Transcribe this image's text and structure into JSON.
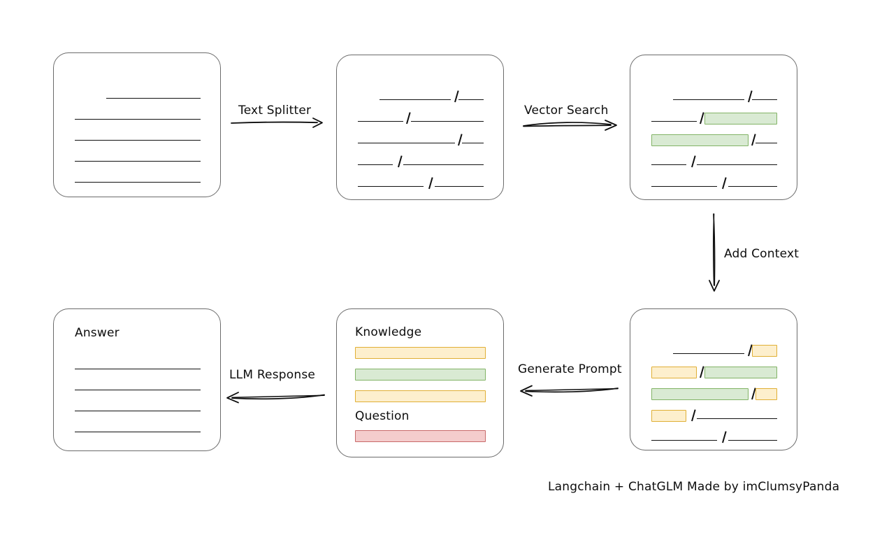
{
  "diagram": {
    "caption": "Langchain + ChatGLM Made by imClumsyPanda",
    "arrows": [
      {
        "id": "text-splitter",
        "label": "Text Splitter",
        "direction": "right"
      },
      {
        "id": "vector-search",
        "label": "Vector Search",
        "direction": "right"
      },
      {
        "id": "add-context",
        "label": "Add Context",
        "direction": "down"
      },
      {
        "id": "generate-prompt",
        "label": "Generate Prompt",
        "direction": "left"
      },
      {
        "id": "llm-response",
        "label": "LLM Response",
        "direction": "left"
      }
    ],
    "cards": [
      {
        "id": "source-document",
        "title": "",
        "rows": [
          {
            "segments": [
              {
                "start": 25,
                "end": 100,
                "style": "plain"
              }
            ]
          },
          {
            "segments": [
              {
                "start": 0,
                "end": 100,
                "style": "plain"
              }
            ]
          },
          {
            "segments": [
              {
                "start": 0,
                "end": 100,
                "style": "plain"
              }
            ]
          },
          {
            "segments": [
              {
                "start": 0,
                "end": 100,
                "style": "plain"
              }
            ]
          },
          {
            "segments": [
              {
                "start": 0,
                "end": 100,
                "style": "plain"
              }
            ]
          }
        ]
      },
      {
        "id": "split-chunks",
        "title": "",
        "rows": [
          {
            "segments": [
              {
                "start": 17,
                "end": 74,
                "style": "plain"
              },
              {
                "start": 80,
                "end": 100,
                "style": "plain"
              }
            ]
          },
          {
            "segments": [
              {
                "start": 0,
                "end": 36,
                "style": "plain"
              },
              {
                "start": 42,
                "end": 100,
                "style": "plain"
              }
            ]
          },
          {
            "segments": [
              {
                "start": 0,
                "end": 77,
                "style": "plain"
              },
              {
                "start": 83,
                "end": 100,
                "style": "plain"
              }
            ]
          },
          {
            "segments": [
              {
                "start": 0,
                "end": 28,
                "style": "plain"
              },
              {
                "start": 36,
                "end": 100,
                "style": "plain"
              }
            ]
          },
          {
            "segments": [
              {
                "start": 0,
                "end": 52,
                "style": "plain"
              },
              {
                "start": 61,
                "end": 100,
                "style": "plain"
              }
            ]
          }
        ]
      },
      {
        "id": "matched-chunks",
        "title": "",
        "rows": [
          {
            "segments": [
              {
                "start": 17,
                "end": 74,
                "style": "plain"
              },
              {
                "start": 80,
                "end": 100,
                "style": "plain"
              }
            ]
          },
          {
            "segments": [
              {
                "start": 0,
                "end": 36,
                "style": "plain"
              },
              {
                "start": 42,
                "end": 100,
                "style": "green"
              }
            ]
          },
          {
            "segments": [
              {
                "start": 0,
                "end": 77,
                "style": "green"
              },
              {
                "start": 83,
                "end": 100,
                "style": "plain"
              }
            ]
          },
          {
            "segments": [
              {
                "start": 0,
                "end": 28,
                "style": "plain"
              },
              {
                "start": 36,
                "end": 100,
                "style": "plain"
              }
            ]
          },
          {
            "segments": [
              {
                "start": 0,
                "end": 52,
                "style": "plain"
              },
              {
                "start": 61,
                "end": 100,
                "style": "plain"
              }
            ]
          }
        ]
      },
      {
        "id": "context-chunks",
        "title": "",
        "rows": [
          {
            "segments": [
              {
                "start": 17,
                "end": 74,
                "style": "plain"
              },
              {
                "start": 80,
                "end": 100,
                "style": "yellow"
              }
            ]
          },
          {
            "segments": [
              {
                "start": 0,
                "end": 36,
                "style": "yellow"
              },
              {
                "start": 42,
                "end": 100,
                "style": "green"
              }
            ]
          },
          {
            "segments": [
              {
                "start": 0,
                "end": 77,
                "style": "green"
              },
              {
                "start": 83,
                "end": 100,
                "style": "yellow"
              }
            ]
          },
          {
            "segments": [
              {
                "start": 0,
                "end": 28,
                "style": "yellow"
              },
              {
                "start": 36,
                "end": 100,
                "style": "plain"
              }
            ]
          },
          {
            "segments": [
              {
                "start": 0,
                "end": 52,
                "style": "plain"
              },
              {
                "start": 61,
                "end": 100,
                "style": "plain"
              }
            ]
          }
        ]
      }
    ],
    "prompt_card": {
      "id": "prompt",
      "knowledge_label": "Knowledge",
      "question_label": "Question",
      "knowledge_bars": [
        "yellow",
        "green",
        "yellow"
      ],
      "question_bars": [
        "red"
      ]
    },
    "answer_card": {
      "id": "answer",
      "title": "Answer",
      "line_count": 4
    }
  }
}
